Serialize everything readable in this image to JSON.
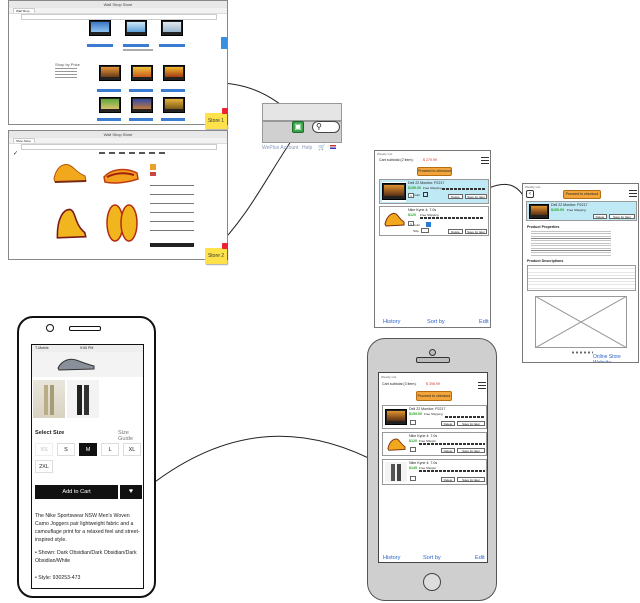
{
  "store1": {
    "title": "Wall Shop Store",
    "tab": "Wall Shop",
    "section_label": "Shop by Price",
    "note": "Store 1"
  },
  "store2": {
    "title": "Wall Shop Store",
    "tab": "Shoe Store",
    "note": "Store 2"
  },
  "zoom": {
    "account": "WePlus Account",
    "help": "Help"
  },
  "phone_cart": {
    "top_label": "Weekly List",
    "cart_label": "Cart subtotal (2 item):",
    "cart_total": "$ 279.99",
    "checkout": "Proceed to checkout",
    "item1": {
      "title": "Dell 22 Monitor: P2217",
      "price": "$159.00",
      "ship": "Free Shipping",
      "color_label": "Color",
      "qty": "1",
      "delete": "Delete",
      "save": "Save for later"
    },
    "item2": {
      "title": "Nike Kyrie 4: 7.0s",
      "price": "$120",
      "ship": "Free Shipping",
      "color_label": "Color",
      "size_label": "Size",
      "qty": "1",
      "delete": "Delete",
      "save": "Save for later"
    },
    "footer": {
      "history": "History",
      "sortby": "Sort by",
      "edit": "Edit"
    }
  },
  "tablet": {
    "top_label": "Weekly List",
    "checkout": "Proceed to checkout",
    "item_title": "Dell 22 Monitor: P2217",
    "price": "$159.00",
    "ship": "Free Shipping",
    "delete": "Delete",
    "save": "Save for later",
    "props_title": "Product Properties",
    "desc_title": "Product Descriptions",
    "footer": "Online Store Website"
  },
  "iphone_cart": {
    "top_label": "Weekly List",
    "cart_label": "Cart subtotal (3 item):",
    "cart_total": "$ 398.99",
    "checkout": "Proceed to checkout",
    "item1": {
      "title": "Dell 22 Monitor: P2217",
      "price": "$159.00",
      "ship": "Free Shipping",
      "delete": "Delete",
      "save": "Save for later"
    },
    "item2": {
      "title": "Nike Kyrie 4: 7.0s",
      "price": "$120",
      "ship": "Free Shippin",
      "delete": "Delete",
      "save": "Save for later"
    },
    "item3": {
      "title": "Nike Kyrie 4: 7.0s",
      "price": "$149",
      "ship": "Free Shippin",
      "delete": "Delete",
      "save": "Save for later"
    },
    "footer": {
      "history": "History",
      "sortby": "Sort by",
      "edit": "Edit"
    }
  },
  "android": {
    "status_carrier": "T-Mobile",
    "status_time": "9:55 PM",
    "select_size": "Select Size",
    "size_guide": "Size Guide",
    "sizes": [
      "XS",
      "S",
      "M",
      "L",
      "XL",
      "2XL"
    ],
    "selected_size": "M",
    "add_to_cart": "Add to Cart",
    "description": "The Nike Sportswear NSW Men's Woven Camo Joggers pair lightweight fabric and a camouflage print for a relaxed feel and street-inspired style.",
    "bullet1": "Shown: Dark Obsidian/Dark Obsidian/Dark Obsidian/White",
    "bullet2": "Style: 930253-473"
  },
  "colors": {
    "orange": "#f2a53a",
    "blue_buy": "#3b7bd1",
    "price_green": "#2aa52a",
    "total_red": "#d83232",
    "link_blue": "#2a62c9",
    "note_yellow": "#ffe24a",
    "selected_item": "#bfe9f5"
  }
}
